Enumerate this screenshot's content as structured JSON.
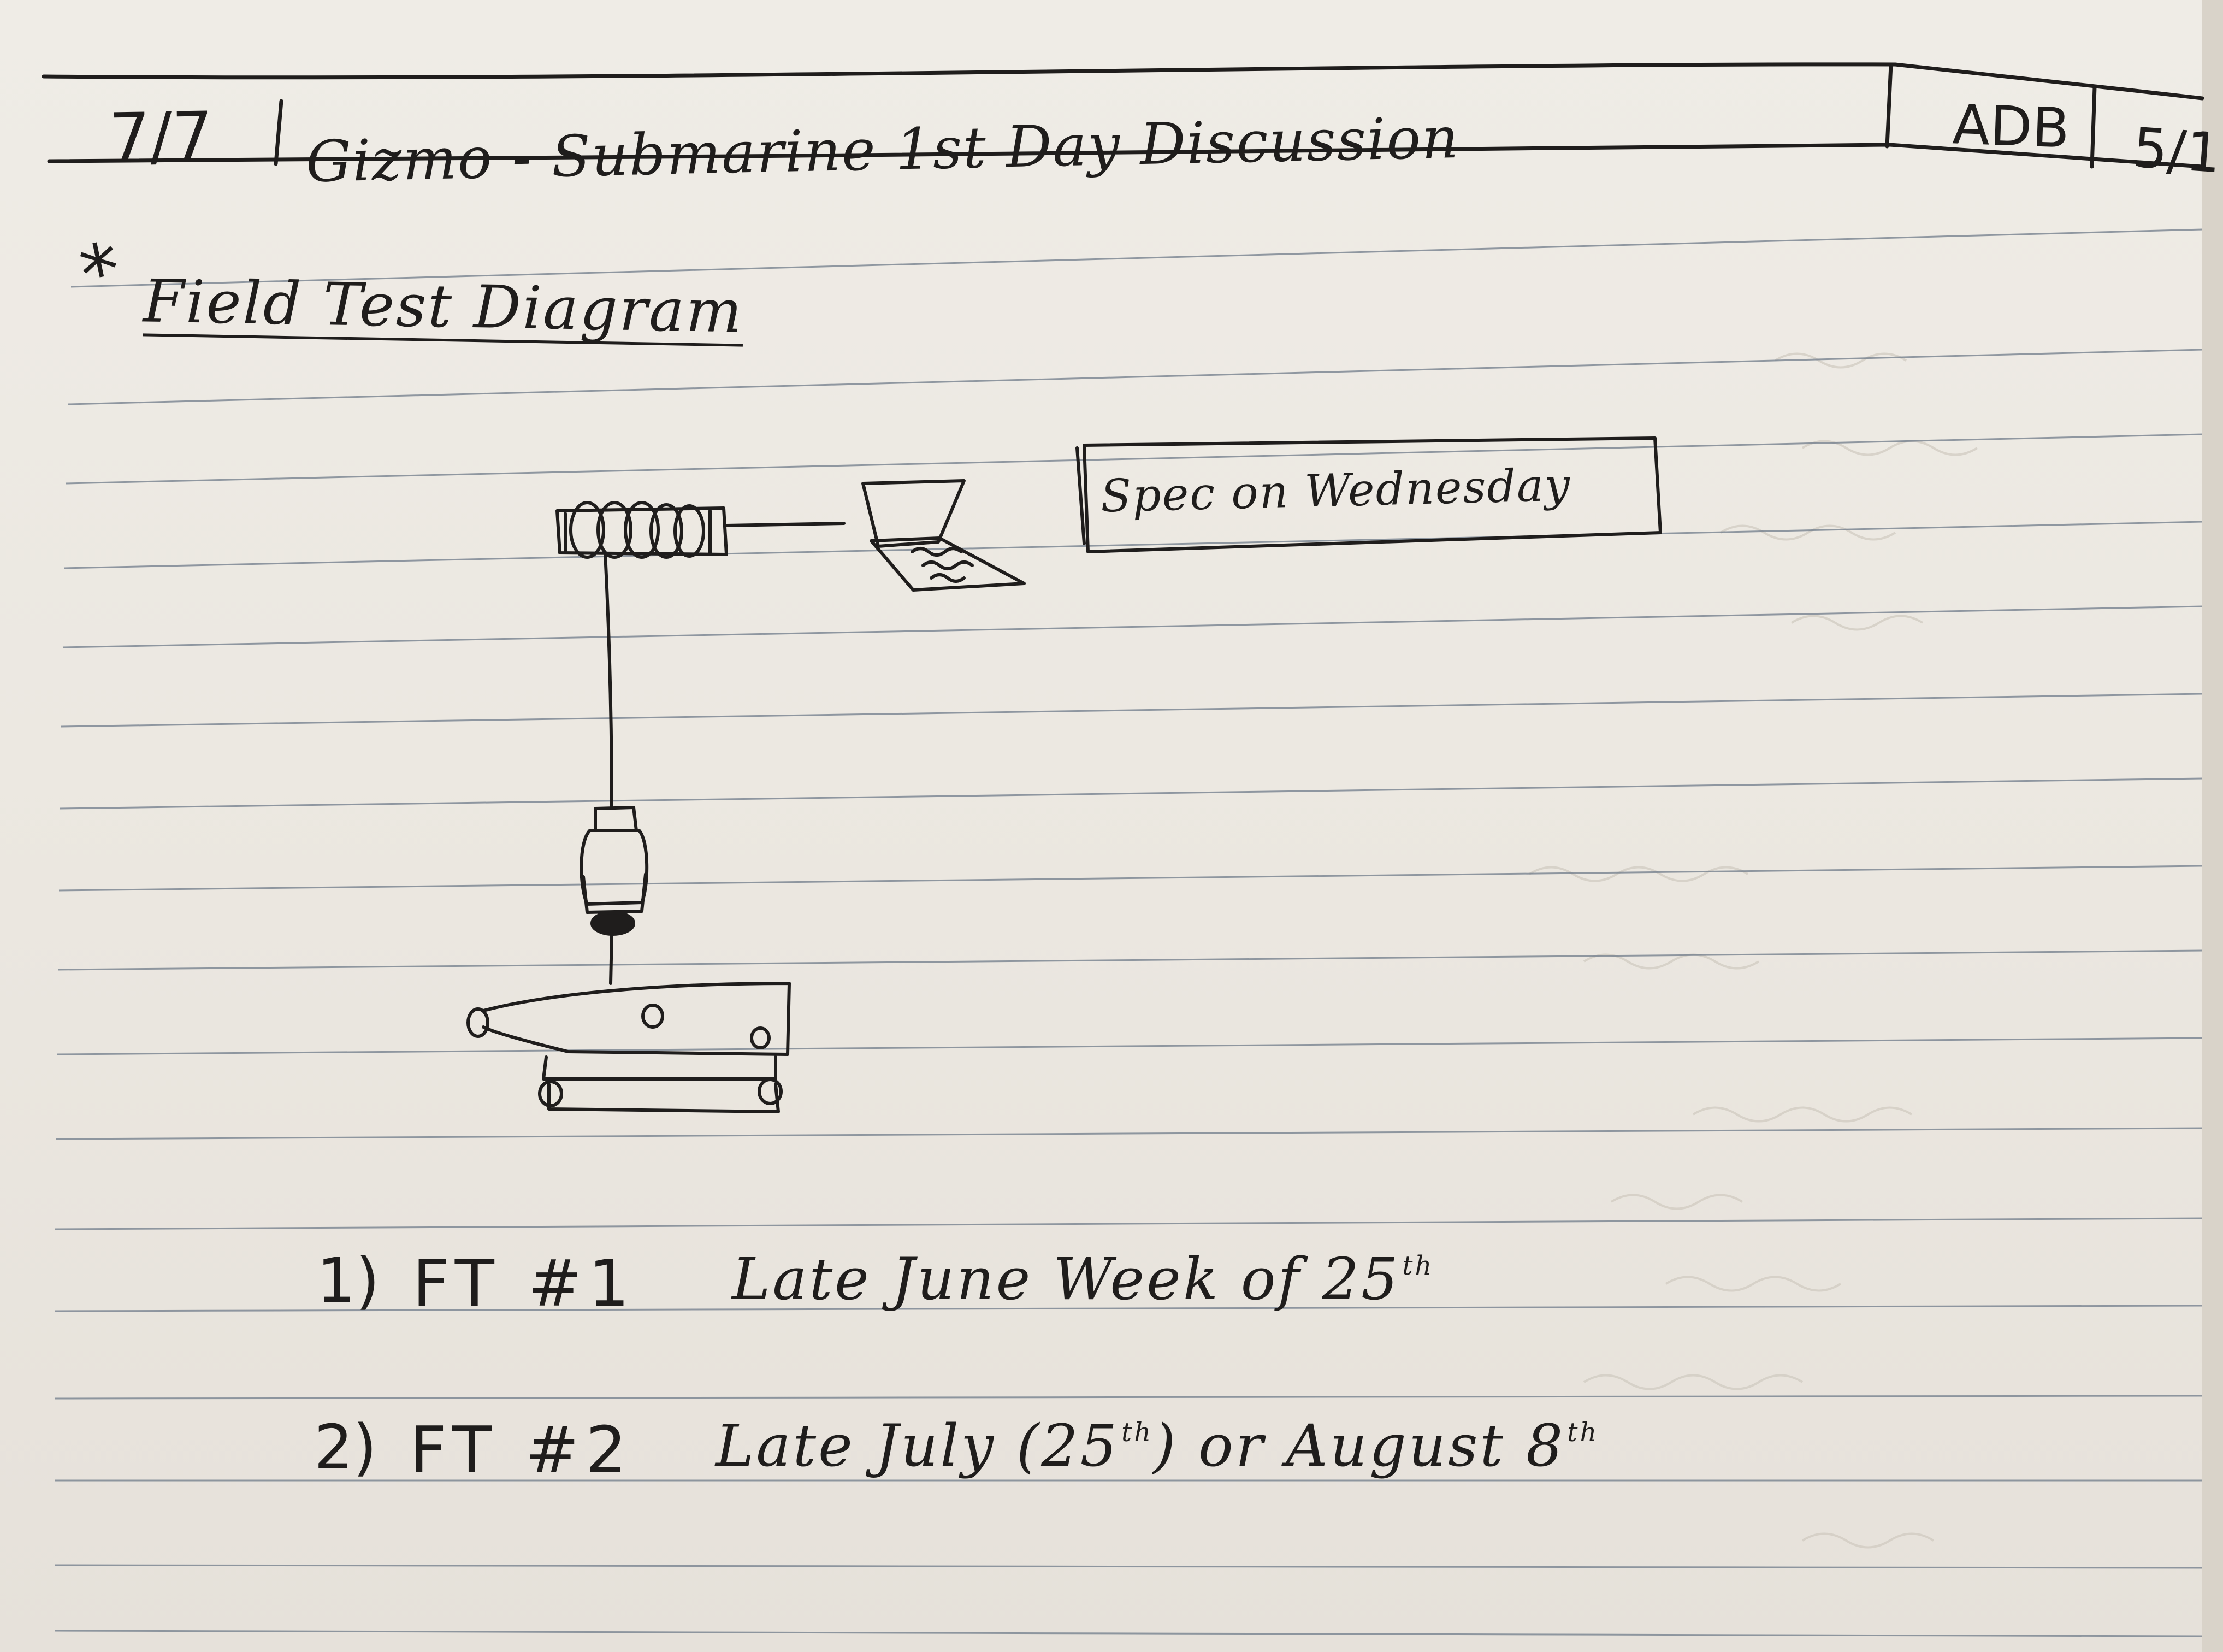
{
  "header": {
    "date": "7/7",
    "title": "Gizmo - Submarine 1st Day Discussion",
    "initials": "ADB",
    "page_ref": "5/1"
  },
  "section": {
    "marker": "*",
    "heading": "Field Test Diagram"
  },
  "diagram": {
    "note": "Spec on Wednesday",
    "components": [
      "cable-reel",
      "laptop",
      "tether-cable",
      "buoy",
      "submarine",
      "base-stand"
    ]
  },
  "items": [
    {
      "number": "1)",
      "code": "FT #1",
      "text": "Late June Week of 25",
      "suffix": "th"
    },
    {
      "number": "2)",
      "code": "FT #2",
      "text": "Late July (25",
      "suffix": "th",
      "tail": ") or August 8",
      "tail_suffix": "th"
    }
  ],
  "colors": {
    "ink": "#1f1d1c",
    "rule": "#6f7b8a",
    "paper": "#ece8e2",
    "bleed": "#c8c2b8"
  }
}
